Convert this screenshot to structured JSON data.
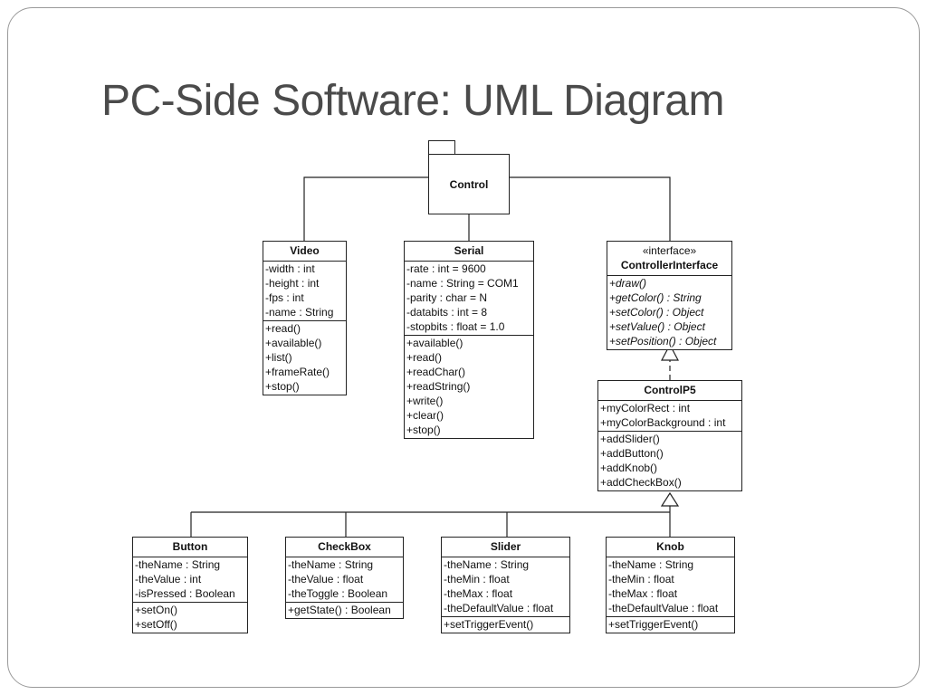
{
  "slide": {
    "title": "PC-Side Software: UML Diagram"
  },
  "package": {
    "name": "Control"
  },
  "classes": {
    "video": {
      "name": "Video",
      "attributes": [
        "-width : int",
        "-height : int",
        "-fps : int",
        "-name : String"
      ],
      "operations": [
        "+read()",
        "+available()",
        "+list()",
        "+frameRate()",
        "+stop()"
      ]
    },
    "serial": {
      "name": "Serial",
      "attributes": [
        "-rate : int = 9600",
        "-name : String = COM1",
        "-parity : char = N",
        "-databits : int = 8",
        "-stopbits : float = 1.0"
      ],
      "operations": [
        "+available()",
        "+read()",
        "+readChar()",
        "+readString()",
        "+write()",
        "+clear()",
        "+stop()"
      ]
    },
    "controller_interface": {
      "stereotype": "«interface»",
      "name": "ControllerInterface",
      "operations": [
        "+draw()",
        "+getColor() : String",
        "+setColor() : Object",
        "+setValue() : Object",
        "+setPosition() : Object"
      ]
    },
    "controlp5": {
      "name": "ControlP5",
      "attributes": [
        "+myColorRect : int",
        "+myColorBackground : int"
      ],
      "operations": [
        "+addSlider()",
        "+addButton()",
        "+addKnob()",
        "+addCheckBox()"
      ]
    },
    "button": {
      "name": "Button",
      "attributes": [
        "-theName : String",
        "-theValue : int",
        "-isPressed : Boolean"
      ],
      "operations": [
        "+setOn()",
        "+setOff()"
      ]
    },
    "checkbox": {
      "name": "CheckBox",
      "attributes": [
        "-theName : String",
        "-theValue : float",
        "-theToggle : Boolean"
      ],
      "operations": [
        "+getState() : Boolean"
      ]
    },
    "slider": {
      "name": "Slider",
      "attributes": [
        "-theName : String",
        "-theMin : float",
        "-theMax : float",
        "-theDefaultValue : float"
      ],
      "operations": [
        "+setTriggerEvent()"
      ]
    },
    "knob": {
      "name": "Knob",
      "attributes": [
        "-theName : String",
        "-theMin : float",
        "-theMax : float",
        "-theDefaultValue : float"
      ],
      "operations": [
        "+setTriggerEvent()"
      ]
    }
  }
}
